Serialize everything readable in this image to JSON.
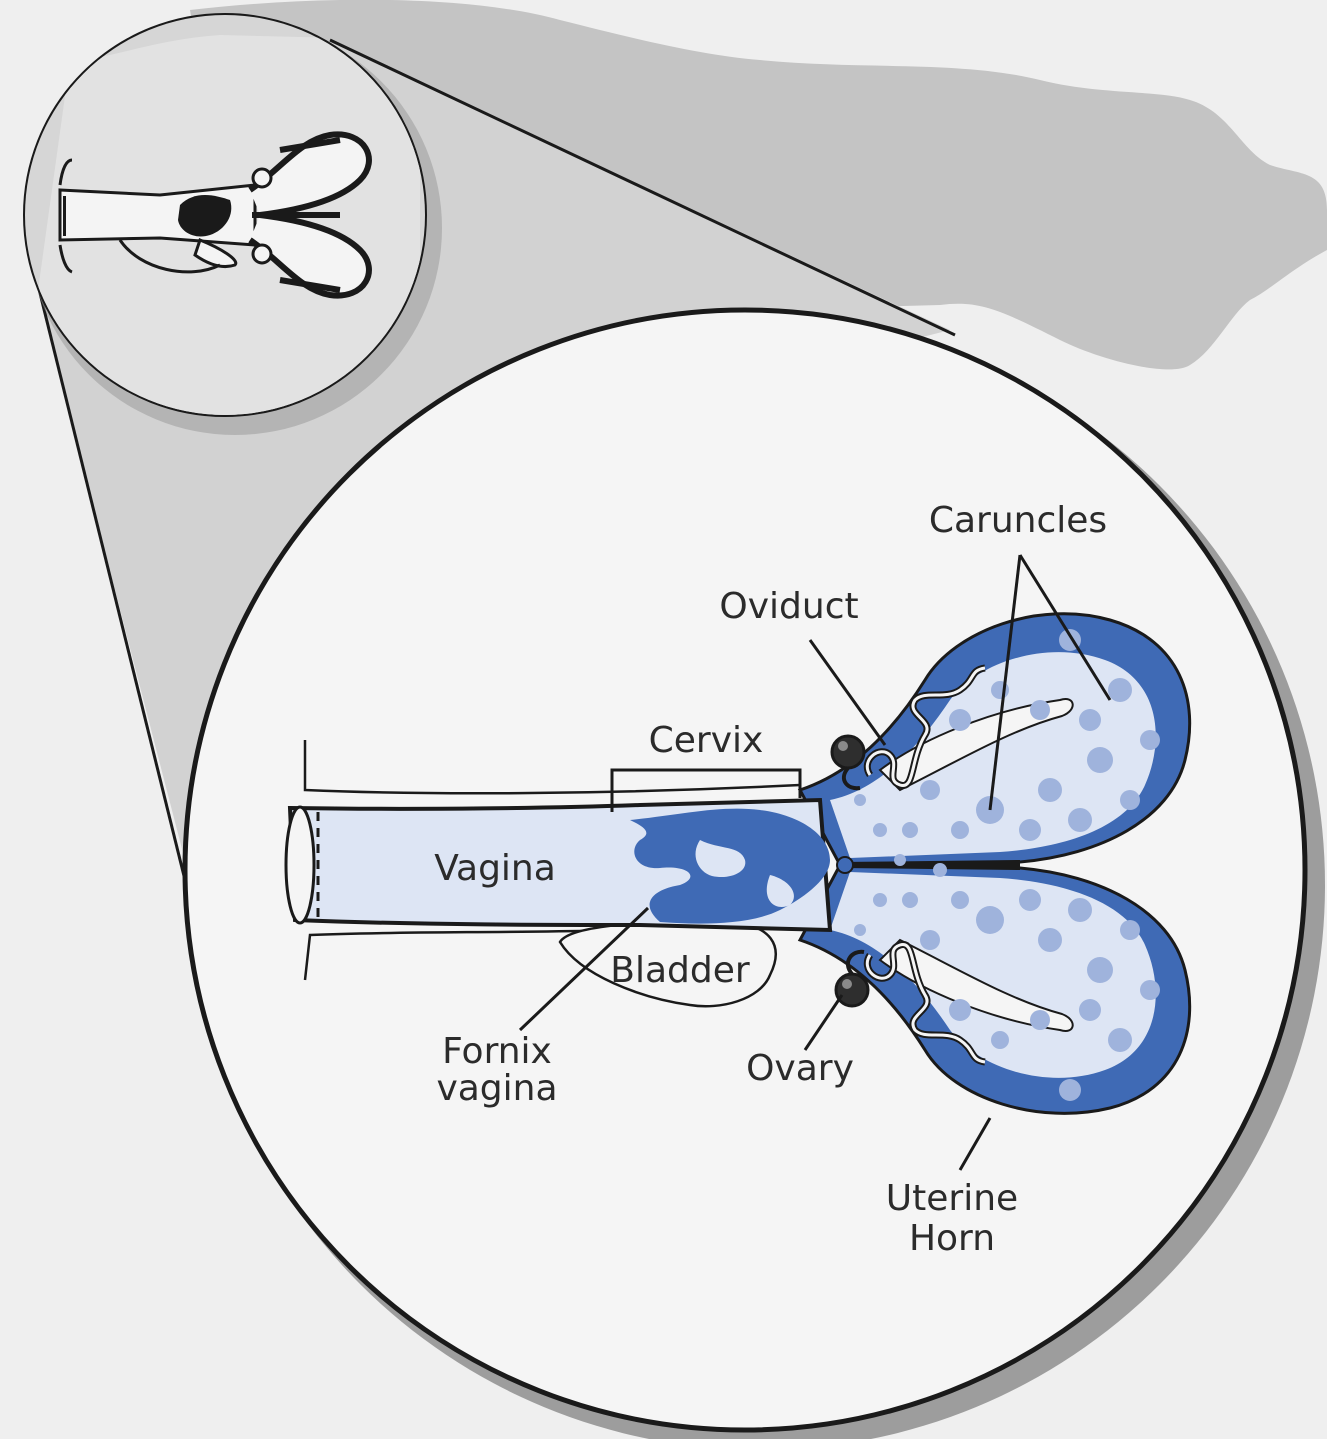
{
  "labels": {
    "caruncles": "Caruncles",
    "oviduct": "Oviduct",
    "cervix": "Cervix",
    "vagina": "Vagina",
    "bladder": "Bladder",
    "fornix_vagina_line1": "Fornix",
    "fornix_vagina_line2": "vagina",
    "ovary": "Ovary",
    "uterine_horn_line1": "Uterine",
    "uterine_horn_line2": "Horn"
  },
  "colors": {
    "background": "#efefef",
    "cow_silhouette": "#c4c4c4",
    "zoom_cone": "#d2d2d2",
    "circle_fill": "#f4f4f4",
    "tissue_dark_blue": "#3f6ab5",
    "tissue_light_blue": "#dde5f4",
    "spot_blue": "#9fb3dc",
    "outline": "#1a1a1a"
  }
}
